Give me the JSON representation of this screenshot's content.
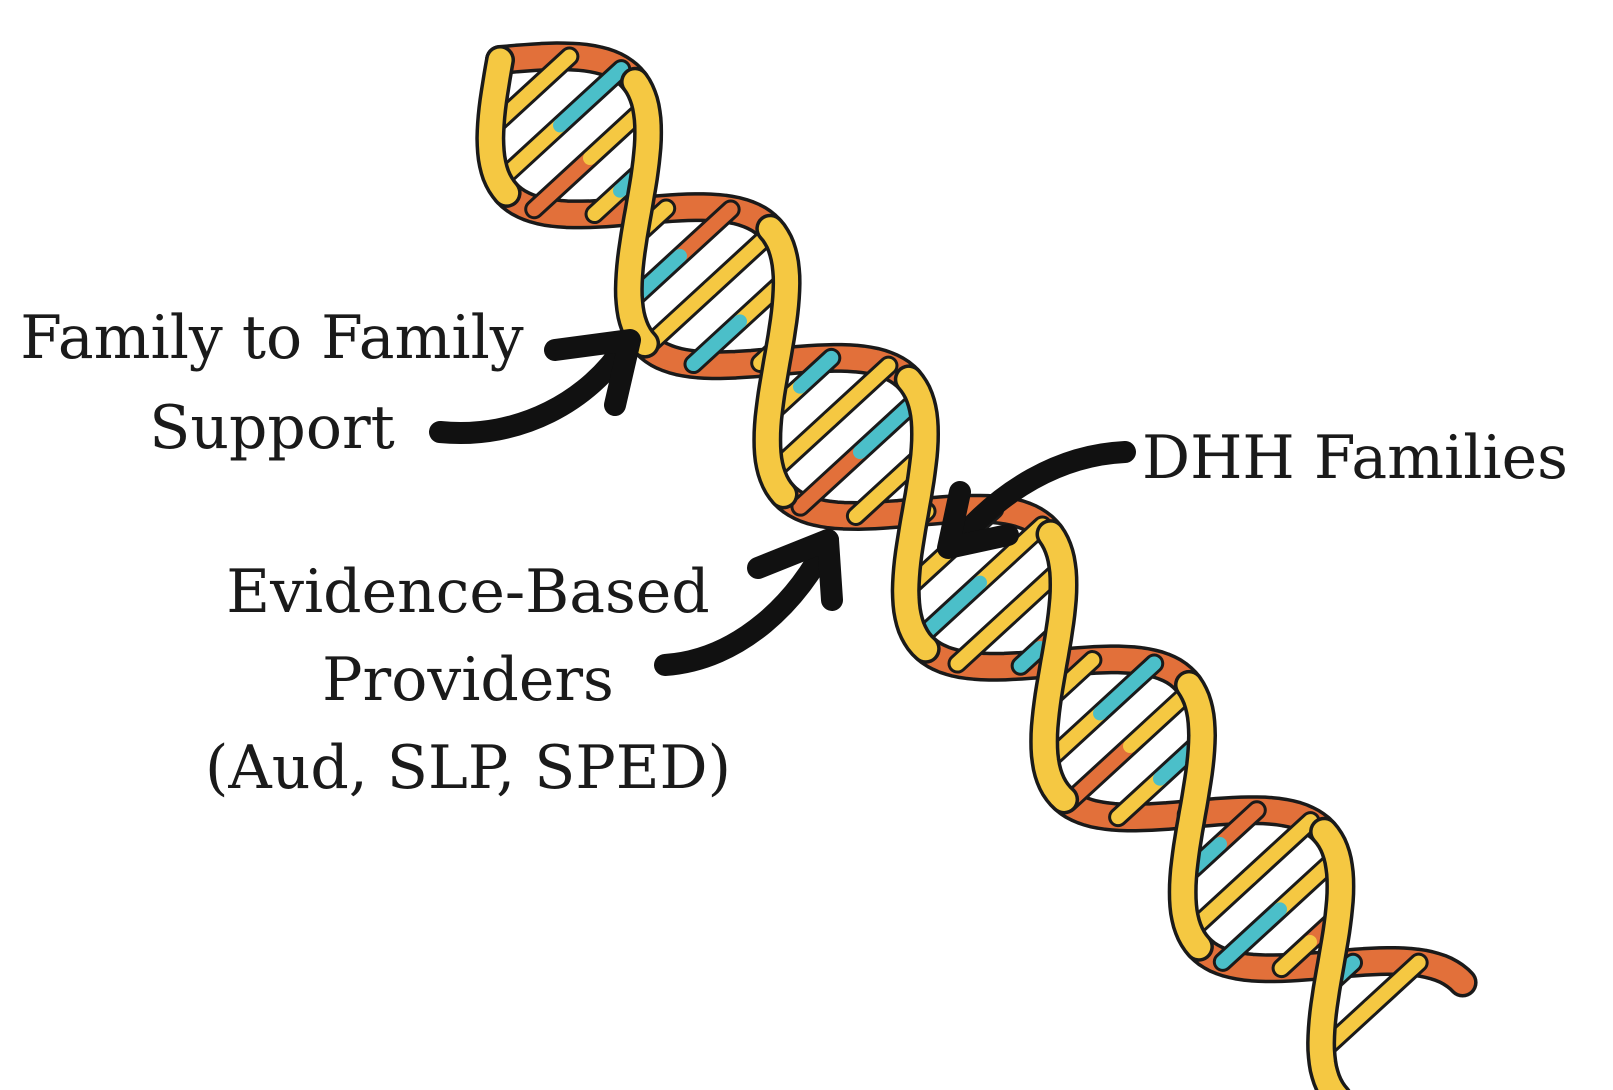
{
  "labels": {
    "family_support": [
      "Family to Family",
      "Support"
    ],
    "providers": [
      "Evidence-Based",
      "Providers",
      "(Aud, SLP, SPED)"
    ],
    "families": "DHH Families"
  },
  "colors": {
    "strand_front": "#F5C842",
    "strand_back": "#E2703A",
    "base_yellow": "#F5C842",
    "base_teal": "#4BBFC9",
    "base_orange": "#E2703A",
    "outline": "#1a1a1a",
    "background": "#ffffff"
  },
  "icons": {
    "helix": "dna-double-helix-icon",
    "arrow": "curved-arrow-icon"
  }
}
